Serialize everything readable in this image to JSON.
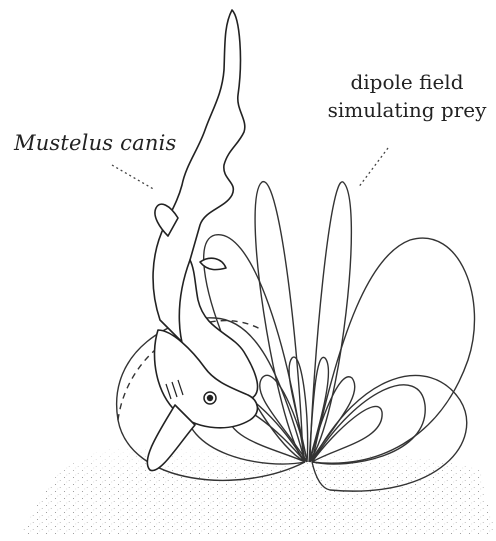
{
  "labels": {
    "shark": "Mustelus canis",
    "dipole_line1": "dipole field",
    "dipole_line2": "simulating prey"
  }
}
